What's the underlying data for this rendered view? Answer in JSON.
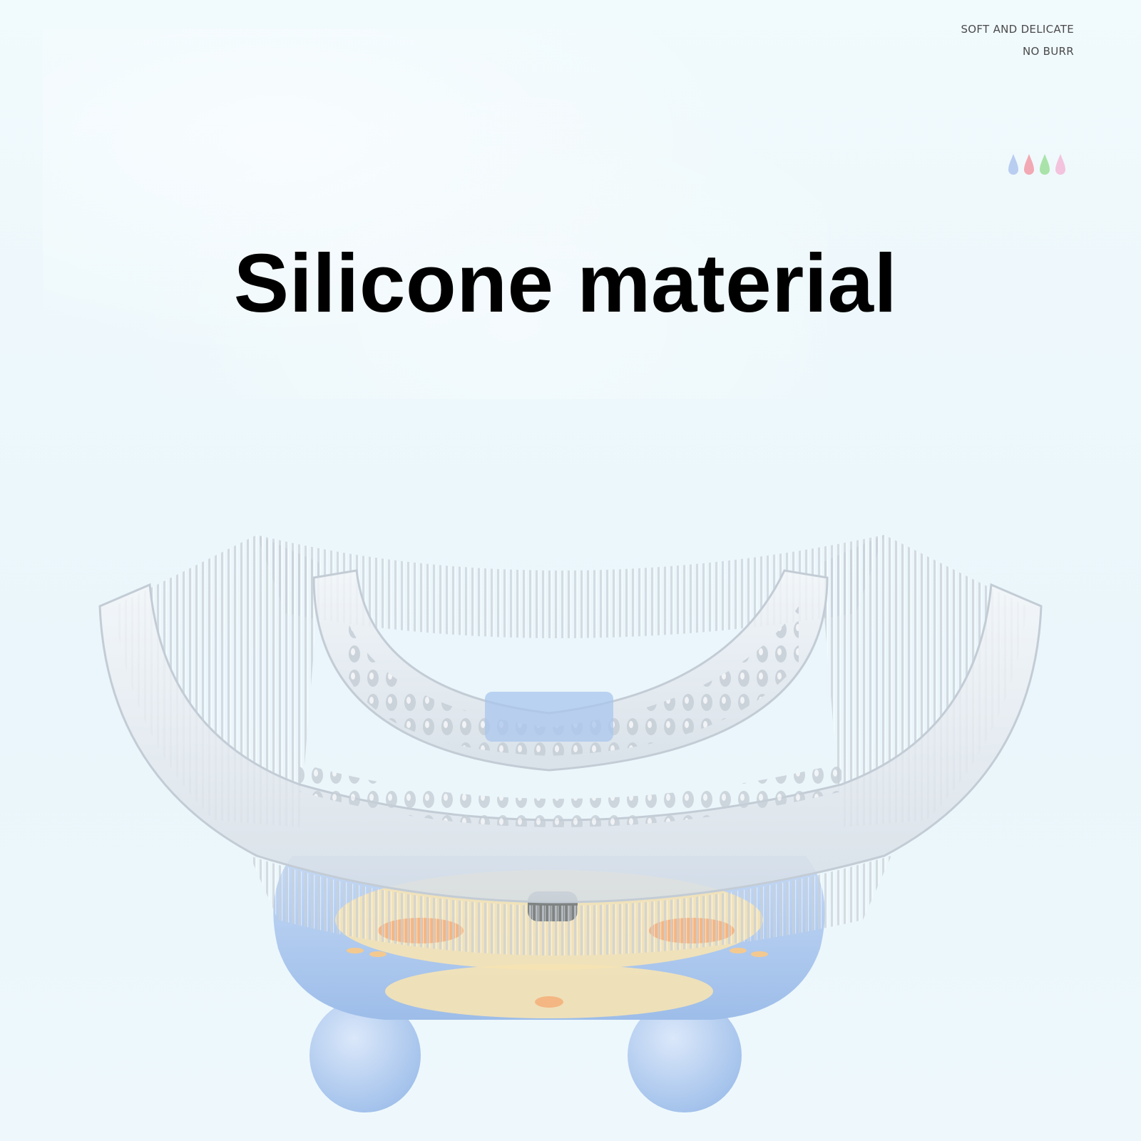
{
  "tagline": {
    "line1": "SOFT AND DELICATE",
    "line2": "NO BURR"
  },
  "color_drops": [
    "#b8cdf0",
    "#f2a9b3",
    "#a9e3a9",
    "#f3c3dd"
  ],
  "headline": "Silicone material",
  "product": {
    "icon": "u-shaped-silicone-toothbrush-head",
    "colors": {
      "silicone": "#dfe7ee",
      "handle_blue": "#a9c6ee",
      "face_yellow": "#f6e3b4",
      "cheek_orange": "#f4b682"
    }
  }
}
